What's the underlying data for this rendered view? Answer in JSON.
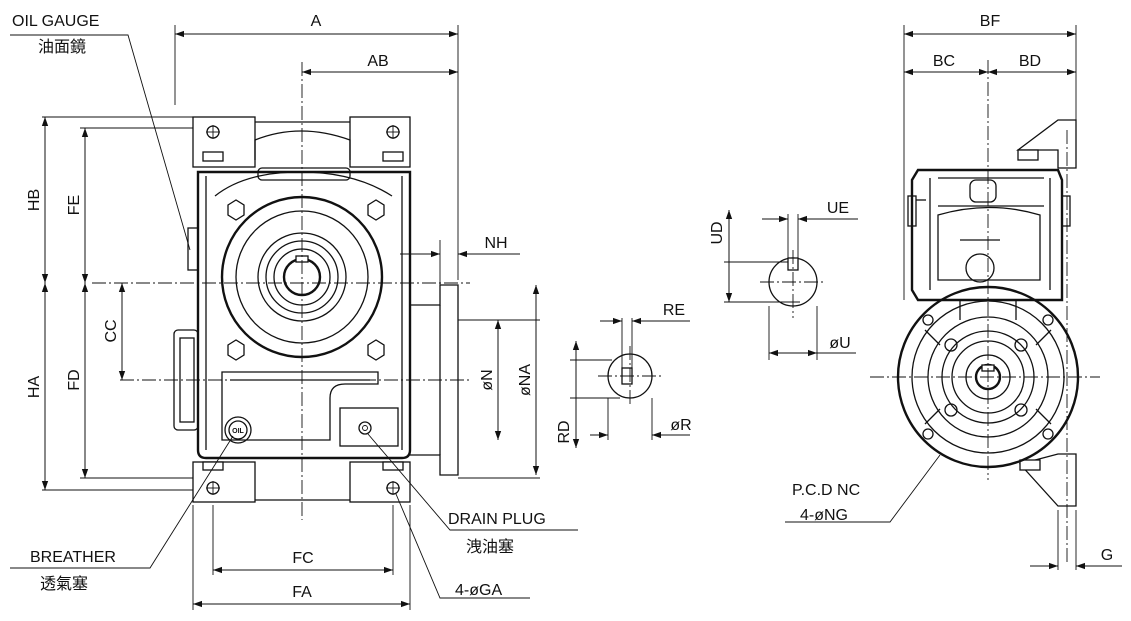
{
  "labels": {
    "oil_gauge_en": "OIL GAUGE",
    "oil_gauge_zh": "油面鏡",
    "breather_en": "BREATHER",
    "breather_zh": "透氣塞",
    "drain_plug_en": "DRAIN PLUG",
    "drain_plug_zh": "洩油塞",
    "four_ga": "4-øGA",
    "pcd_nc": "P.C.D NC",
    "four_ng": "4-øNG",
    "oil_badge": "OIL"
  },
  "dimensions": {
    "a": "A",
    "ab": "AB",
    "hb": "HB",
    "fe": "FE",
    "ha": "HA",
    "fd": "FD",
    "cc": "CC",
    "fc": "FC",
    "fa": "FA",
    "nh": "NH",
    "n": "øN",
    "na": "øNA",
    "re": "RE",
    "rd": "RD",
    "r": "øR",
    "ue": "UE",
    "ud": "UD",
    "u": "øU",
    "bf": "BF",
    "bc": "BC",
    "bd": "BD",
    "g": "G"
  }
}
